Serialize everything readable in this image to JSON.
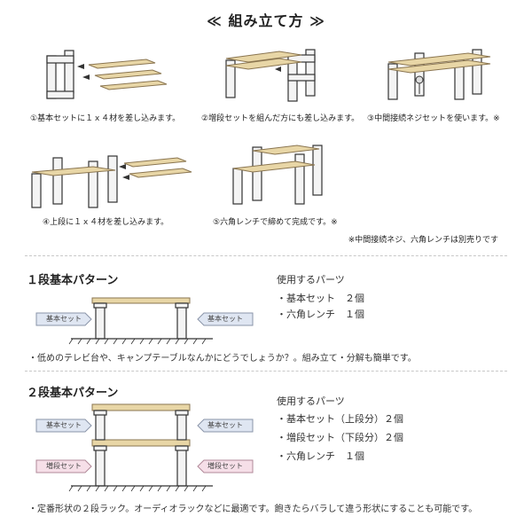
{
  "header": {
    "title": "≪ 組み立て方 ≫"
  },
  "steps": [
    {
      "caption": "①基本セットに１ｘ４材を差し込みます。"
    },
    {
      "caption": "②増段セットを組んだ方にも差し込みます。"
    },
    {
      "caption": "③中間接続ネジセットを使います。※"
    },
    {
      "caption": "④上段に１ｘ４材を差し込みます。"
    },
    {
      "caption": "⑤六角レンチで締めて完成です。※"
    }
  ],
  "note": "※中間接続ネジ、六角レンチは別売りです",
  "pattern1": {
    "title": "１段基本パターン",
    "parts_title": "使用するパーツ",
    "parts": [
      "・基本セット　２個",
      "・六角レンチ　１個"
    ],
    "tag_left": "基本セット",
    "tag_right": "基本セット",
    "desc": "・低めのテレビ台や、キャンプテーブルなんかにどうでしょうか？。組み立て・分解も簡単です。"
  },
  "pattern2": {
    "title": "２段基本パターン",
    "parts_title": "使用するパーツ",
    "parts": [
      "・基本セット（上段分）２個",
      "・増段セット（下段分）２個",
      "・六角レンチ　１個"
    ],
    "tag_upper_left": "基本セット",
    "tag_upper_right": "基本セット",
    "tag_lower_left": "増段セット",
    "tag_lower_right": "増段セット",
    "desc": "・定番形状の２段ラック。オーディオラックなどに最適です。飽きたらバラして違う形状にすることも可能です。"
  },
  "colors": {
    "wood": "#e8d6a6",
    "wood_stroke": "#8a7550",
    "frame": "#f4f4f4",
    "tag_blue": "#dfe6f2",
    "tag_pink": "#f6dfe8",
    "line": "#333333"
  }
}
